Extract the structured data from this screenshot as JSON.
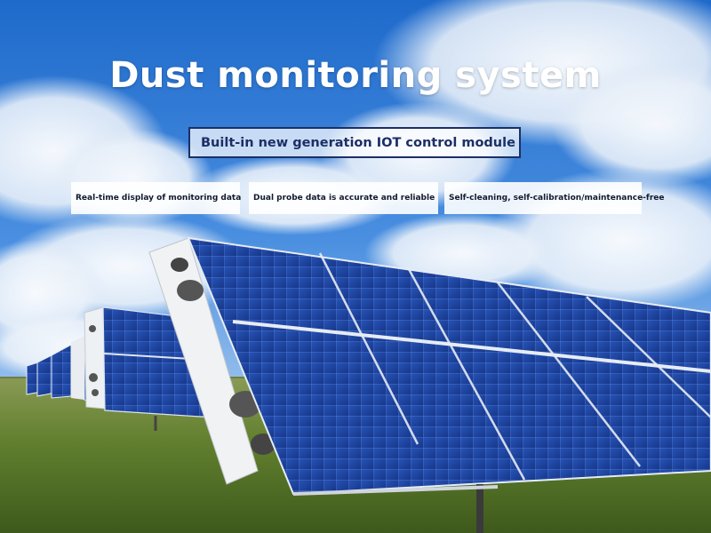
{
  "title": "Dust monitoring system",
  "subtitle": "Built-in new generation IOT control module",
  "features": [
    "Real-time display of monitoring data",
    "Dual probe data is accurate and reliable",
    "Self-cleaning, self-calibration/maintenance-free"
  ],
  "colors": {
    "sky_top": "#1f6fd0",
    "sky_mid": "#4f93e0",
    "panel_blue": "#1e49a8",
    "grass": "#5f7a2c",
    "subtitle_border": "#1c2f66"
  }
}
